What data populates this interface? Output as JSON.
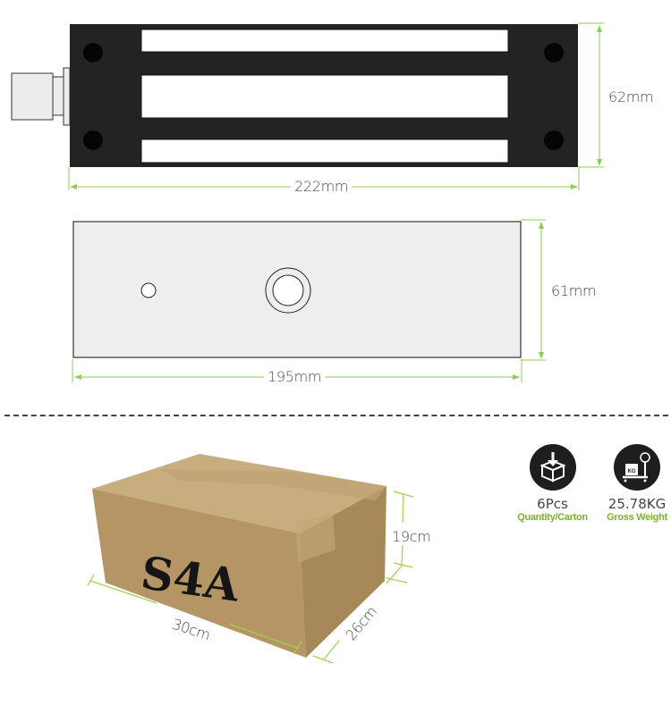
{
  "colors": {
    "dimension_line": "#8ccc5a",
    "lock_body": "#232323",
    "plate_fill": "#eeeeee",
    "accent_green": "#7ab61f",
    "text": "#4a4a4a",
    "carton": "#b8996a"
  },
  "lock_top_view": {
    "width_label": "222mm",
    "height_label": "62mm"
  },
  "armature_plate": {
    "width_label": "195mm",
    "height_label": "61mm"
  },
  "carton": {
    "marking": "S4A",
    "length_label": "30cm",
    "width_label": "26cm",
    "height_label": "19cm"
  },
  "stats": [
    {
      "icon": "box-icon",
      "value": "6Pcs",
      "caption": "Quantity/Carton"
    },
    {
      "icon": "scale-icon",
      "value": "25.78KG",
      "caption": "Gross Weight",
      "scale_text": "KG"
    }
  ]
}
